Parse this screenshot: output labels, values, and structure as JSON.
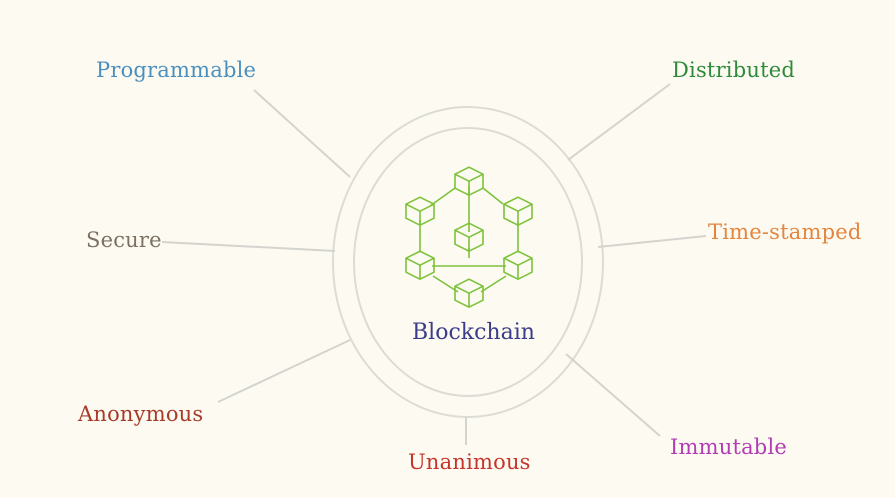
{
  "center": {
    "label": "Blockchain",
    "color": "#3b3d8a",
    "icon": "blockchain-network-icon",
    "icon_color": "#7cc23a"
  },
  "ring_color": "#dcdcd6",
  "connector_color": "#d4d4cf",
  "background": "#fdfbf1",
  "properties": [
    {
      "id": "programmable",
      "label": "Programmable",
      "color": "#4b8fbf"
    },
    {
      "id": "distributed",
      "label": "Distributed",
      "color": "#2f8a3c"
    },
    {
      "id": "secure",
      "label": "Secure",
      "color": "#7b7063"
    },
    {
      "id": "time-stamped",
      "label": "Time-stamped",
      "color": "#e3853f"
    },
    {
      "id": "anonymous",
      "label": "Anonymous",
      "color": "#a83a2a"
    },
    {
      "id": "unanimous",
      "label": "Unanimous",
      "color": "#c4352d"
    },
    {
      "id": "immutable",
      "label": "Immutable",
      "color": "#b13cb3"
    }
  ]
}
